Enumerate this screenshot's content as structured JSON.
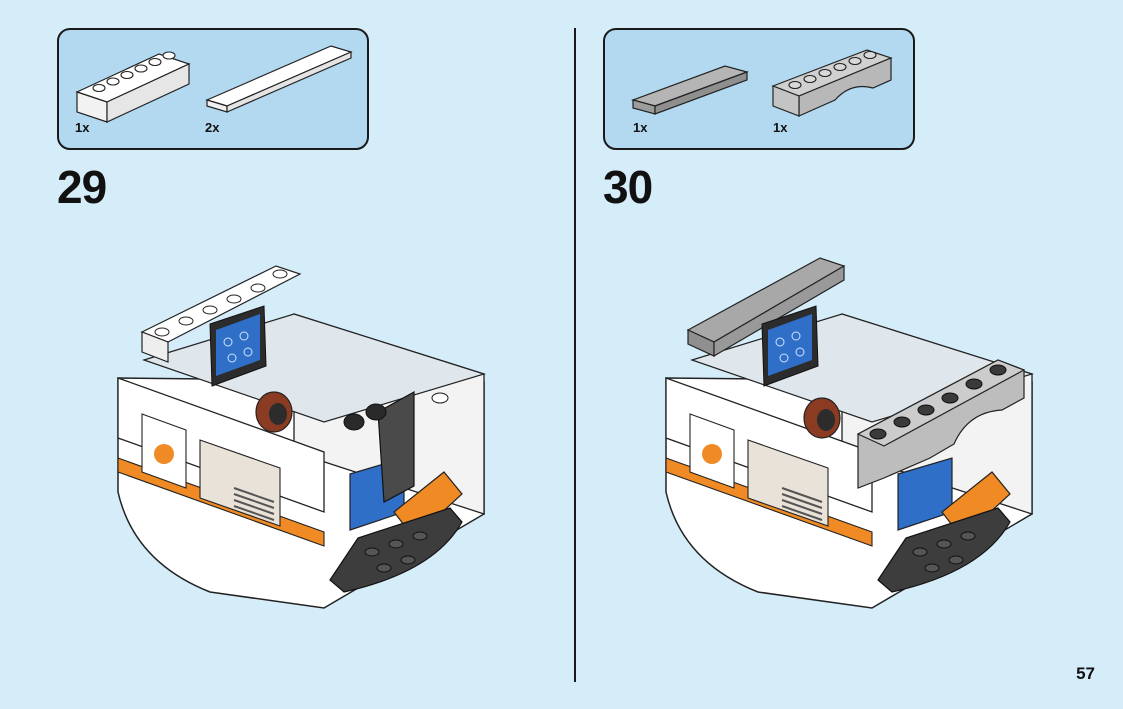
{
  "steps": [
    {
      "number": "29",
      "parts": [
        {
          "qty": "1x",
          "name": "white-brick-1x6-icon",
          "color": "#ffffff"
        },
        {
          "qty": "2x",
          "name": "white-plate-1x8-icon",
          "color": "#ffffff"
        }
      ]
    },
    {
      "number": "30",
      "parts": [
        {
          "qty": "1x",
          "name": "grey-tile-1x6-icon",
          "color": "#a8a8a8"
        },
        {
          "qty": "1x",
          "name": "grey-arch-1x6-icon",
          "color": "#c4c4c4"
        }
      ]
    }
  ],
  "page_number": "57",
  "colors": {
    "background": "#d5ecf9",
    "parts_box": "#b3d9f1",
    "accent_orange": "#f08a24",
    "accent_blue": "#2f6fc7",
    "dark_grey": "#3d3d3d"
  }
}
